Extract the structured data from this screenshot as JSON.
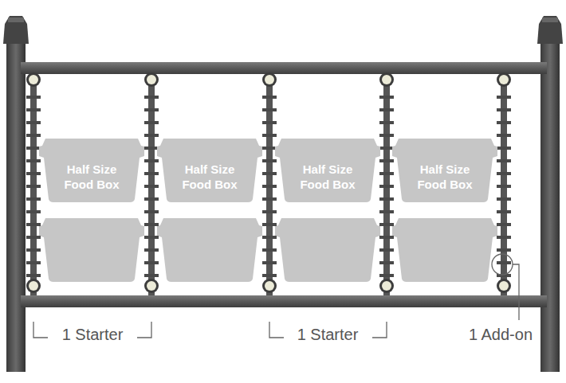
{
  "diagram": {
    "nodes": [
      {
        "text": [
          "Half Size Food Box"
        ]
      },
      {
        "text": [
          "Half Size Food Box"
        ]
      },
      {
        "text": [
          "Half Size Food Box"
        ]
      },
      {
        "text": [
          "Half Size Food Box"
        ]
      }
    ],
    "labels": [
      "1 Starter",
      "1 Starter",
      "1 Add-on"
    ]
  }
}
